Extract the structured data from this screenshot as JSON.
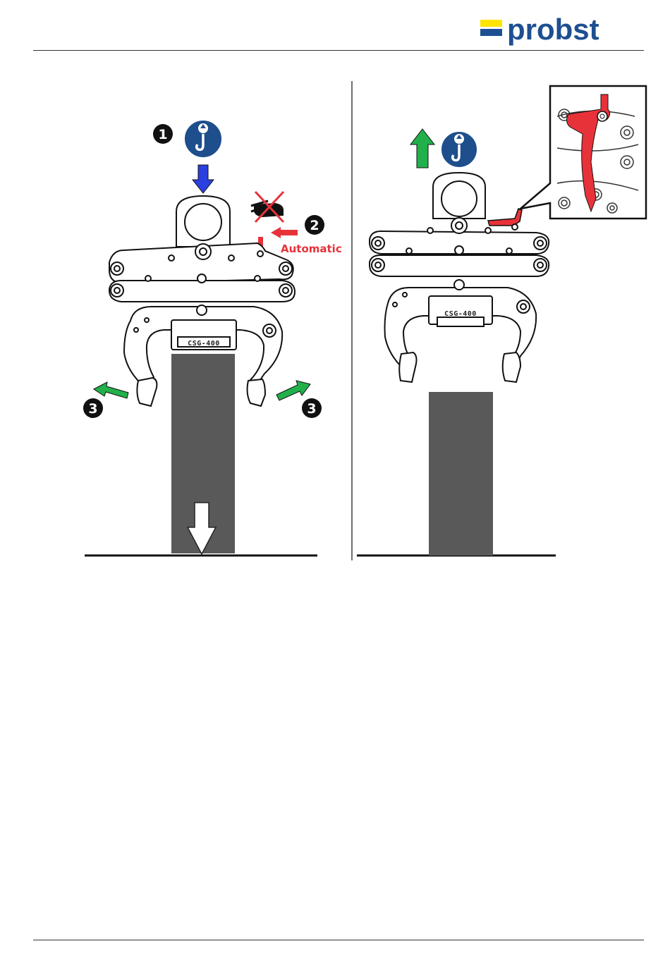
{
  "header": {
    "brand": "probst",
    "brand_color": "#1d4f91",
    "brand_mark_color": "#ffe500"
  },
  "left_panel": {
    "step_1": "1",
    "step_2": "2",
    "step_3_left": "3",
    "step_3_right": "3",
    "automatic_label": "Automatic",
    "plate_text": "CSG-400",
    "icons": [
      "hook-lift-icon",
      "down-arrow-blue",
      "no-hand-icon",
      "red-arrow-left",
      "green-arrow-left",
      "green-arrow-right",
      "white-down-arrow"
    ]
  },
  "right_panel": {
    "plate_text": "CSG-400",
    "icons": [
      "green-up-arrow",
      "hook-lift-icon",
      "detail-callout-red-lever"
    ]
  },
  "colors": {
    "blue_sign": "#1e4e8c",
    "blue_arrow": "#2a3fe0",
    "green_arrow": "#22b04b",
    "red_accent": "#e8323a",
    "block_gray": "#595959"
  }
}
